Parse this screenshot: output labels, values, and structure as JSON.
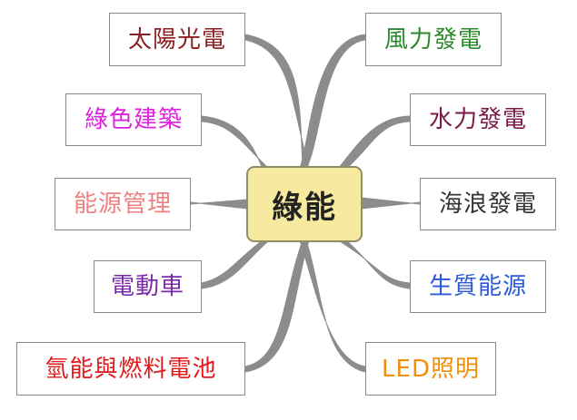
{
  "center": {
    "label": "綠能"
  },
  "line_color": "#8c8c8c",
  "left_topics": [
    {
      "id": "solar",
      "label": "太陽光電",
      "color": "#8b1f1f"
    },
    {
      "id": "green-building",
      "label": "綠色建築",
      "color": "#e020e0"
    },
    {
      "id": "energy-management",
      "label": "能源管理",
      "color": "#f08080"
    },
    {
      "id": "electric-vehicle",
      "label": "電動車",
      "color": "#7a2aa8"
    },
    {
      "id": "hydrogen-fuel-cell",
      "label": "氫能與燃料電池",
      "color": "#e01a1a"
    }
  ],
  "right_topics": [
    {
      "id": "wind",
      "label": "風力發電",
      "color": "#2a8a2a"
    },
    {
      "id": "hydro",
      "label": "水力發電",
      "color": "#7a1a4a"
    },
    {
      "id": "wave",
      "label": "海浪發電",
      "color": "#333333"
    },
    {
      "id": "biomass",
      "label": "生質能源",
      "color": "#2a5ad8"
    },
    {
      "id": "led-lighting",
      "label": "LED照明",
      "color": "#f0900a"
    }
  ]
}
